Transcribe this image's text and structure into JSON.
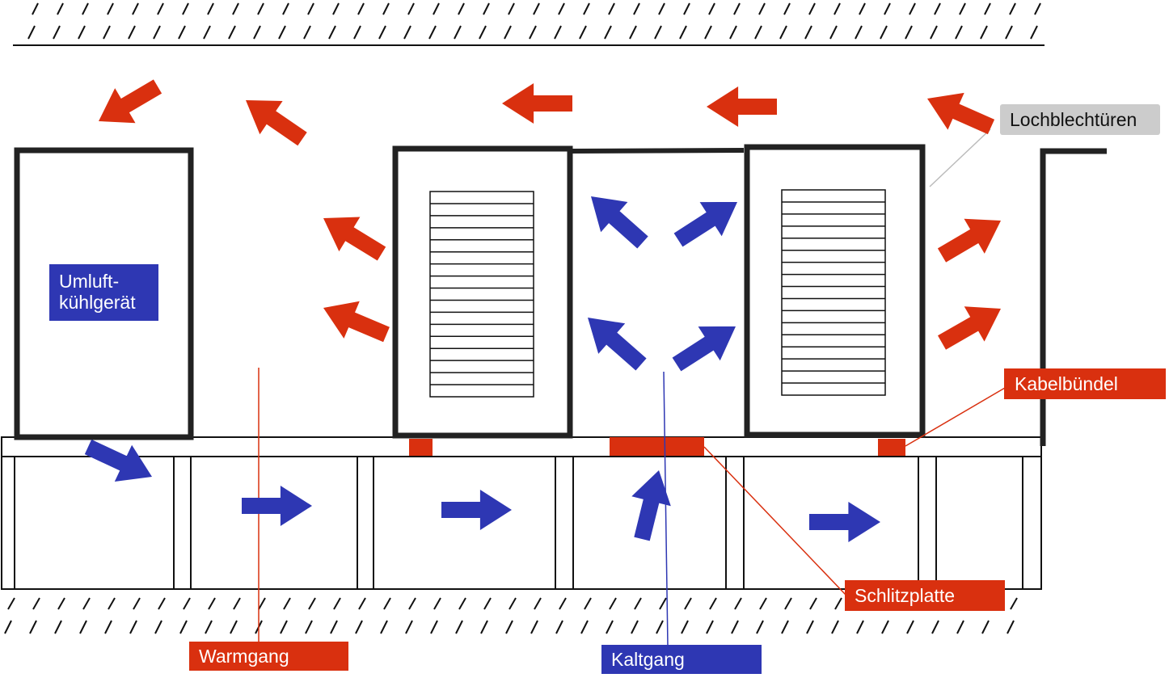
{
  "labels": {
    "umluft_line1": "Umluft-",
    "umluft_line2": "kühlgerät",
    "lochblech": "Lochblechtüren",
    "kabel": "Kabelbündel",
    "schlitz": "Schlitzplatte",
    "warmgang": "Warmgang",
    "kaltgang": "Kaltgang"
  },
  "colors": {
    "warm": "#d9300f",
    "cold": "#2e37b3",
    "frame": "#222222",
    "label_grey": "#cccccc"
  }
}
